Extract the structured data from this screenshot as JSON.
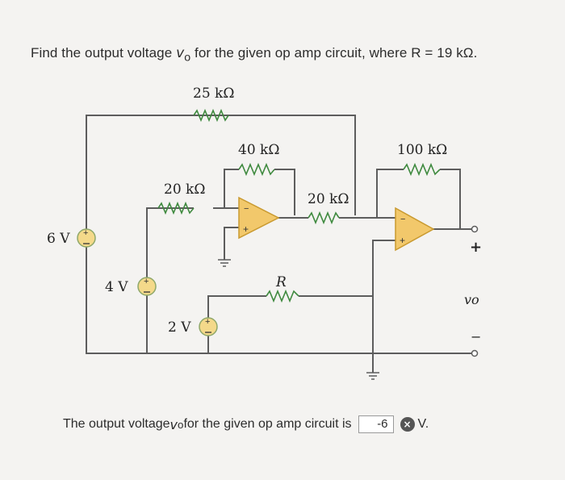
{
  "question": {
    "prefix": "Find the output voltage ",
    "symbol": "v",
    "subscript": "o",
    "suffix": " for the given op amp circuit, where R = 19 kΩ."
  },
  "circuit": {
    "r_top": "25 kΩ",
    "r_feedback1": "40 kΩ",
    "r_input1": "20 kΩ",
    "r_mid": "20 kΩ",
    "r_feedback2": "100 kΩ",
    "r_var": "R",
    "v_source1": "6 V",
    "v_source2": "4 V",
    "v_source3": "2 V",
    "out_plus": "+",
    "out_minus": "−",
    "out_label": "vo",
    "opamp_minus": "−",
    "opamp_plus": "+"
  },
  "answer": {
    "prefix": "The output voltage ",
    "symbol": "v",
    "subscript": "o",
    "suffix": " for the given op amp circuit is",
    "value": "-6",
    "status": "×",
    "unit": "V."
  },
  "colors": {
    "wire": "#5d5d5d",
    "resistor": "#3f8a3f",
    "opamp_fill": "#f2c86b",
    "opamp_stroke": "#c99a30",
    "source_fill": "#f4d98a",
    "source_stroke": "#8fa86a"
  }
}
